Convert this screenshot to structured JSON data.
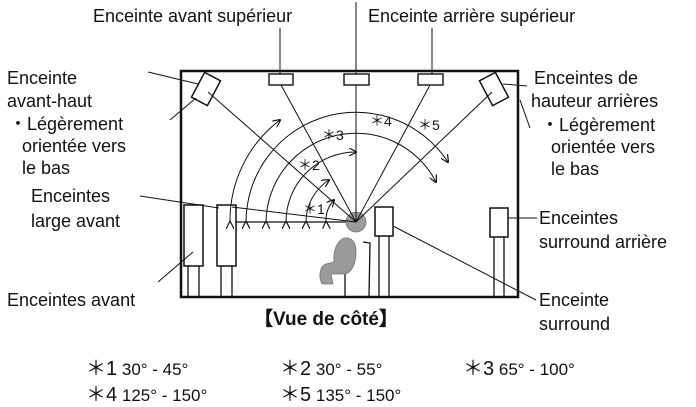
{
  "labels": {
    "top_front_height": "Enceinte avant supérieur",
    "top_rear_height": "Enceinte arrière supérieur",
    "front_height_1": "Enceinte",
    "front_height_2": "avant-haut",
    "front_height_note_1": "・Légèrement",
    "front_height_note_2": "orientée vers",
    "front_height_note_3": "le bas",
    "rear_height_1": "Enceintes de",
    "rear_height_2": "hauteur arrières",
    "rear_height_note_1": "・Légèrement",
    "rear_height_note_2": "orientée vers",
    "rear_height_note_3": "le bas",
    "front_wide_1": "Enceintes",
    "front_wide_2": "large avant",
    "surround_back_1": "Enceintes",
    "surround_back_2": "surround arrière",
    "front": "Enceintes avant",
    "surround_1": "Enceinte",
    "surround_2": "surround",
    "view_caption": "【Vue de côté】"
  },
  "arc_markers": [
    "＊1",
    "＊2",
    "＊3",
    "＊4",
    "＊5"
  ],
  "angles": [
    {
      "mark": "＊1",
      "range": "30° - 45°"
    },
    {
      "mark": "＊2",
      "range": "30° - 55°"
    },
    {
      "mark": "＊3",
      "range": "65° - 100°"
    },
    {
      "mark": "＊4",
      "range": "125° - 150°"
    },
    {
      "mark": "＊5",
      "range": "135° - 150°"
    }
  ]
}
